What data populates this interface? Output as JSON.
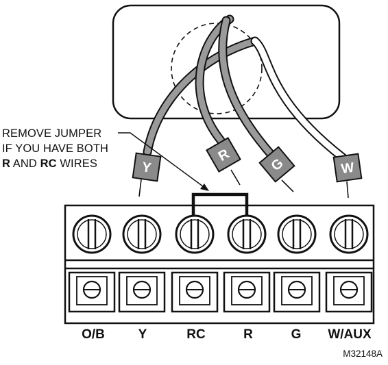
{
  "note": {
    "line1": "REMOVE JUMPER",
    "line2": "IF YOU HAVE BOTH",
    "r_word": "R",
    "and_word": " AND ",
    "rc_word": "RC",
    "wires_word": " WIRES"
  },
  "wire_tags": [
    "Y",
    "R",
    "G",
    "W"
  ],
  "terminals": [
    "O/B",
    "Y",
    "RC",
    "R",
    "G",
    "W/AUX"
  ],
  "figure_code": "M32148A"
}
